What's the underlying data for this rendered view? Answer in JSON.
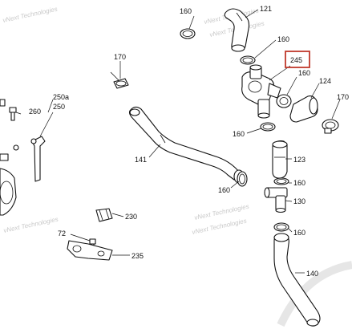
{
  "labels": {
    "p160a": "160",
    "p121": "121",
    "p160b": "160",
    "p245": "245",
    "p160c": "160",
    "p124": "124",
    "p170a": "170",
    "p170b": "170",
    "p250a": "250a",
    "p250": "250",
    "p260": "260",
    "p141": "141",
    "p160d": "160",
    "p123": "123",
    "p160e": "160",
    "p130": "130",
    "p160f": "160",
    "p230": "230",
    "p72": "72",
    "p235": "235",
    "p160g": "160",
    "p140": "140"
  },
  "watermarks": {
    "w1": "vNext Technologies",
    "w2": "vNext Technologies",
    "w3": "vNext Technologies",
    "w4": "vNext Technologies",
    "w5": "vNext Technologies",
    "w6": "vNext Technologies"
  },
  "colors": {
    "highlight": "#c0392b",
    "line": "#111111",
    "watermark": "#c9c9c9"
  }
}
